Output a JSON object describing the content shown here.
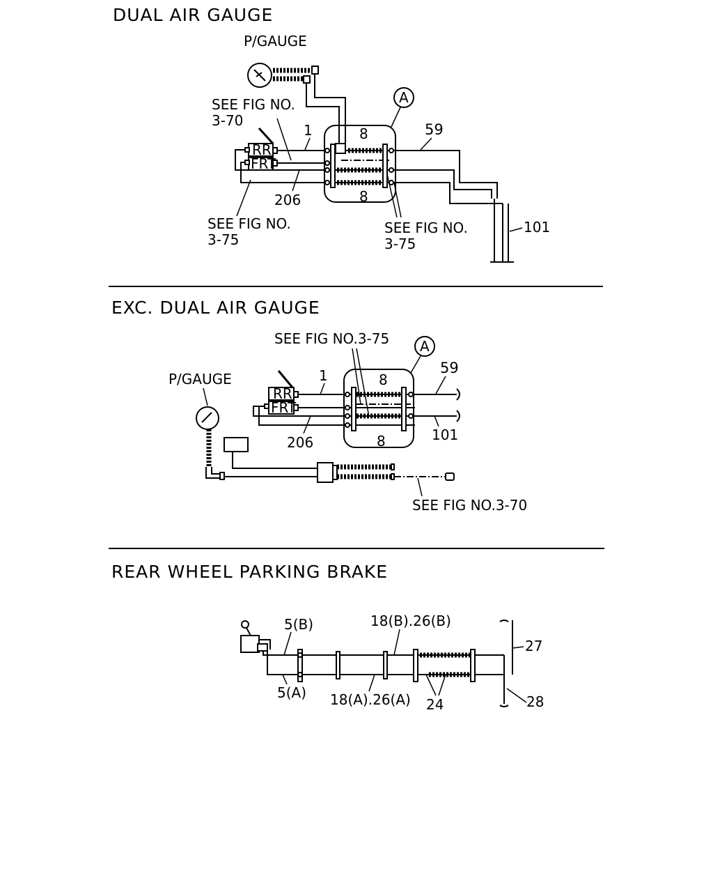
{
  "sections": {
    "dual": {
      "title": "DUAL AIR GAUGE",
      "p_gauge": "P/GAUGE",
      "see_3_70_a": "SEE FIG NO.",
      "see_3_70_b": "3-70",
      "see_3_75_left_a": "SEE FIG NO.",
      "see_3_75_left_b": "3-75",
      "see_3_75_right_a": "SEE FIG NO.",
      "see_3_75_right_b": "3-75",
      "valve_rr": "RR",
      "valve_frt": "FRT",
      "callout_a": "A",
      "part_1": "1",
      "part_8_top": "8",
      "part_8_bottom": "8",
      "part_59": "59",
      "part_206": "206",
      "part_101": "101"
    },
    "exc": {
      "title": "EXC. DUAL AIR GAUGE",
      "see_3_75": "SEE FIG NO.3-75",
      "p_gauge": "P/GAUGE",
      "valve_rr": "RR",
      "valve_frt": "FRT",
      "callout_a": "A",
      "part_1": "1",
      "part_8_top": "8",
      "part_8_bottom": "8",
      "part_59": "59",
      "part_206": "206",
      "part_101": "101",
      "see_3_70": "SEE FIG NO.3-70"
    },
    "parking": {
      "title": "REAR WHEEL PARKING BRAKE",
      "part_5b": "5(B)",
      "part_5a": "5(A)",
      "part_18b": "18(B).26(B)",
      "part_18a": "18(A).26(A)",
      "part_24": "24",
      "part_27": "27",
      "part_28": "28"
    }
  },
  "colors": {
    "ink": "#000000",
    "paper": "#ffffff"
  }
}
